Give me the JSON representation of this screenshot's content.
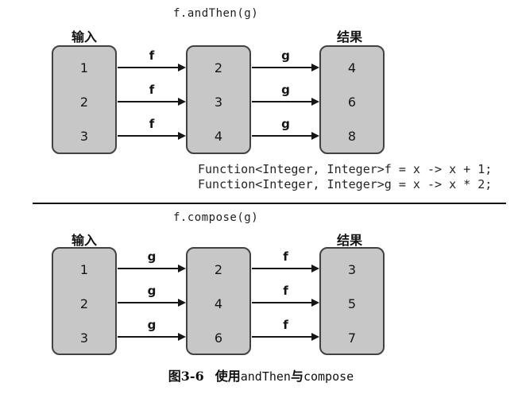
{
  "diagrams": [
    {
      "title": "f.andThen(g)",
      "input_label": "输入",
      "result_label": "结果",
      "input_values": [
        "1",
        "2",
        "3"
      ],
      "middle_values": [
        "2",
        "3",
        "4"
      ],
      "result_values": [
        "4",
        "6",
        "8"
      ],
      "left_arrow_labels": [
        "f",
        "f",
        "f"
      ],
      "right_arrow_labels": [
        "g",
        "g",
        "g"
      ]
    },
    {
      "title": "f.compose(g)",
      "input_label": "输入",
      "result_label": "结果",
      "input_values": [
        "1",
        "2",
        "3"
      ],
      "middle_values": [
        "2",
        "4",
        "6"
      ],
      "result_values": [
        "3",
        "5",
        "7"
      ],
      "left_arrow_labels": [
        "g",
        "g",
        "g"
      ],
      "right_arrow_labels": [
        "f",
        "f",
        "f"
      ]
    }
  ],
  "code_lines": [
    "Function<Integer, Integer>f = x -> x + 1;",
    "Function<Integer, Integer>g = x -> x * 2;"
  ],
  "caption": {
    "figure_label": "图3-6",
    "text_part1": "使用",
    "code_part1": "andThen",
    "text_part2": "与",
    "code_part2": "compose"
  },
  "colors": {
    "box_fill": "#c7c7c7",
    "box_border": "#424242",
    "line": "#161616",
    "background": "#ffffff"
  }
}
